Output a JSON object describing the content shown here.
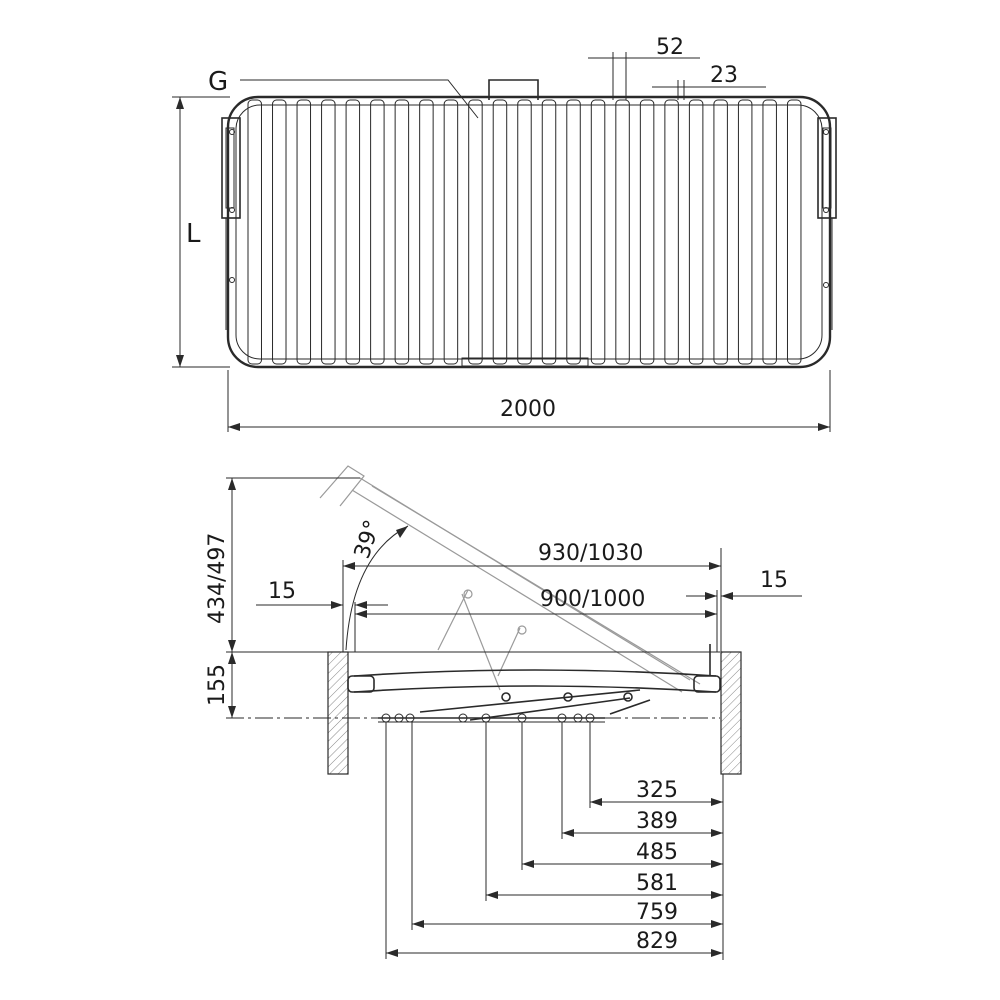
{
  "top_view": {
    "label_g": "G",
    "label_l": "L",
    "dim_width": "2000",
    "dim_slat_pitch": "52",
    "dim_slat_gap": "23"
  },
  "side_view": {
    "dim_height_raised": "434/497",
    "dim_angle": "39°",
    "dim_frame_height": "155",
    "dim_outer": "930/1030",
    "dim_inner": "900/1000",
    "dim_margin_left": "15",
    "dim_margin_right": "15",
    "base_dims": [
      "325",
      "389",
      "485",
      "581",
      "759",
      "829"
    ]
  }
}
